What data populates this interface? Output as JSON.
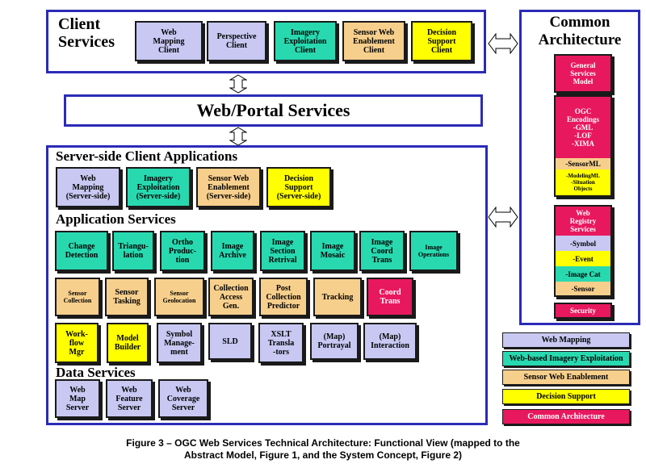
{
  "client": {
    "title": "Client\nServices",
    "boxes": [
      {
        "label": "Web\nMapping\nClient",
        "color": "map"
      },
      {
        "label": "Perspective\nClient",
        "color": "map"
      },
      {
        "label": "Imagery\nExploitation\nClient",
        "color": "img"
      },
      {
        "label": "Sensor Web\nEnablement\nClient",
        "color": "sen"
      },
      {
        "label": "Decision\nSupport\nClient",
        "color": "dec"
      }
    ]
  },
  "portal": {
    "title": "Web/Portal Services"
  },
  "server": {
    "ssca_title": "Server-side Client Applications",
    "ssca_boxes": [
      {
        "label": "Web\nMapping\n(Server-side)",
        "color": "map"
      },
      {
        "label": "Imagery\nExploitation\n(Server-side)",
        "color": "img"
      },
      {
        "label": "Sensor Web\nEnablement\n(Server-side)",
        "color": "sen"
      },
      {
        "label": "Decision\nSupport\n(Server-side)",
        "color": "dec"
      }
    ],
    "app_title": "Application Services",
    "app_row1": [
      {
        "label": "Change\nDetection",
        "color": "img"
      },
      {
        "label": "Triangu-\nlation",
        "color": "img"
      },
      {
        "label": "Ortho\nProduc-\ntion",
        "color": "img"
      },
      {
        "label": "Image\nArchive",
        "color": "img"
      },
      {
        "label": "Image\nSection\nRetrival",
        "color": "img"
      },
      {
        "label": "Image\nMosaic",
        "color": "img"
      },
      {
        "label": "Image\nCoord\nTrans",
        "color": "img"
      },
      {
        "label": "Image\nOperations",
        "color": "img"
      }
    ],
    "app_row2": [
      {
        "label": "Sensor\nCollection",
        "color": "sen"
      },
      {
        "label": "Sensor\nTasking",
        "color": "sen"
      },
      {
        "label": "Sensor\nGeolocation",
        "color": "sen"
      },
      {
        "label": "Collection\nAccess\nGen.",
        "color": "sen"
      },
      {
        "label": "Post\nCollection\nPredictor",
        "color": "sen"
      },
      {
        "label": "Tracking",
        "color": "sen"
      },
      {
        "label": "Coord\nTrans",
        "color": "com"
      }
    ],
    "app_row3": [
      {
        "label": "Work-\nflow\nMgr",
        "color": "dec"
      },
      {
        "label": "Model\nBuilder",
        "color": "dec"
      },
      {
        "label": "Symbol\nManage-\nment",
        "color": "map"
      },
      {
        "label": "SLD",
        "color": "map"
      },
      {
        "label": "XSLT\nTransla\n-tors",
        "color": "map"
      },
      {
        "label": "(Map)\nPortrayal",
        "color": "map"
      },
      {
        "label": "(Map)\nInteraction",
        "color": "map"
      }
    ],
    "data_title": "Data Services",
    "data_boxes": [
      {
        "label": "Web\nMap\nServer",
        "color": "map"
      },
      {
        "label": "Web\nFeature\nServer",
        "color": "map"
      },
      {
        "label": "Web\nCoverage\nServer",
        "color": "map"
      }
    ]
  },
  "common": {
    "title": "Common\nArchitecture",
    "general": "General\nServices\nModel",
    "encodings": "OGC\nEncodings\n-GML\n-LOF\n-XIMA",
    "sensorml": "-SensorML",
    "sensorml_sub": "-ModelingML\n-Situation\nObjects",
    "registry": "Web\nRegistry\nServices",
    "reg_symbol": "-Symbol",
    "reg_event": "-Event",
    "reg_imagecat": "-Image Cat",
    "reg_sensor": "-Sensor",
    "security": "Security"
  },
  "legend": [
    {
      "label": "Web Mapping",
      "color": "map"
    },
    {
      "label": "Web-based Imagery Exploitation",
      "color": "img"
    },
    {
      "label": "Sensor Web Enablement",
      "color": "sen"
    },
    {
      "label": "Decision Support",
      "color": "dec"
    },
    {
      "label": "Common Architecture",
      "color": "com"
    }
  ],
  "caption": {
    "line1": "Figure 3 – OGC Web Services Technical Architecture: Functional View (mapped to the",
    "line2": "Abstract Model, Figure 1, and the System Concept, Figure 2)"
  },
  "colors": {
    "map": "#c8c8f2",
    "img": "#28d9b0",
    "sen": "#f7cf8c",
    "dec": "#ffff00",
    "com": "#e8185e",
    "frame": "#2b2bb8"
  }
}
